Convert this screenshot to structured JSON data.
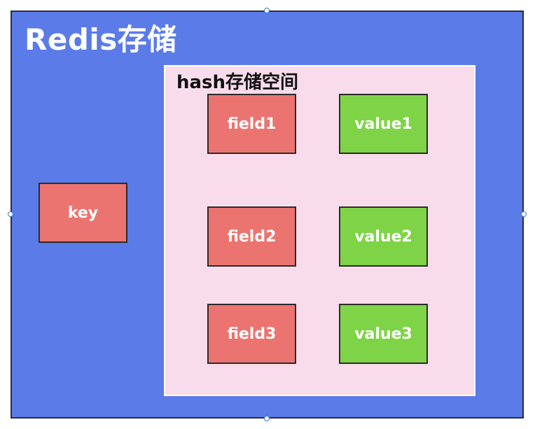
{
  "diagram": {
    "outer_title": "Redis存储",
    "hash_space_title": "hash存储空间",
    "key_label": "key",
    "fields": [
      "field1",
      "field2",
      "field3"
    ],
    "values": [
      "value1",
      "value2",
      "value3"
    ]
  },
  "colors": {
    "outer_background": "#5b7be9",
    "hash_background": "#f9dcec",
    "field_box": "#ec7470",
    "value_box": "#7ed446",
    "selection_handle": "#3a7bd5"
  }
}
